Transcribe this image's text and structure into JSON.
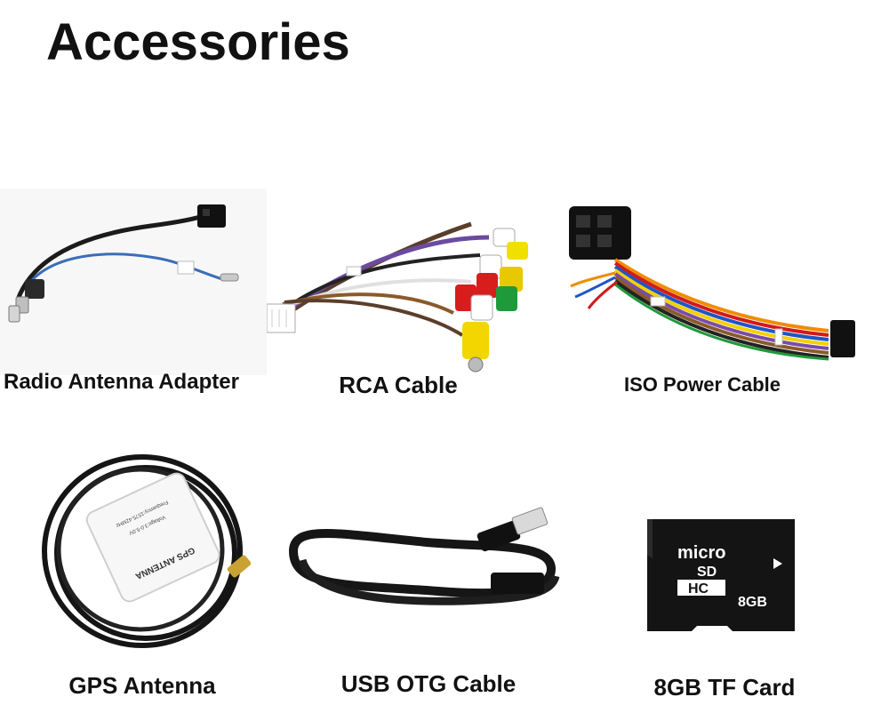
{
  "page": {
    "title": "Accessories"
  },
  "items": [
    {
      "label": "Radio Antenna Adapter"
    },
    {
      "label": "RCA Cable"
    },
    {
      "label": "ISO Power Cable"
    },
    {
      "label": "GPS Antenna"
    },
    {
      "label": "USB OTG Cable"
    },
    {
      "label": "8GB TF Card"
    }
  ],
  "gps_module": {
    "name": "GPS ANTENNA",
    "frequency": "Frequency:1575.42MHz",
    "voltage": "Voltage:3.0-5.0V"
  },
  "sd_card": {
    "brand": "micro",
    "logo": "SD",
    "hc": "HC",
    "capacity": "8GB"
  }
}
